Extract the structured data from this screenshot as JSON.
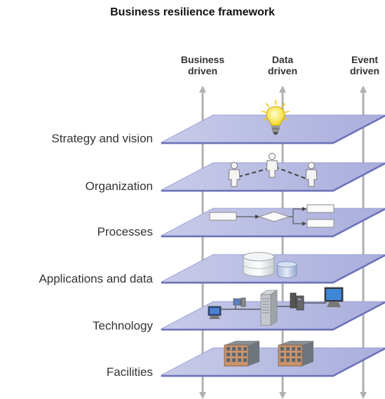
{
  "title": "Business resilience framework",
  "columns": [
    {
      "line1": "Business",
      "line2": "driven"
    },
    {
      "line1": "Data",
      "line2": "driven"
    },
    {
      "line1": "Event",
      "line2": "driven"
    }
  ],
  "layers": [
    {
      "label": "Strategy and vision",
      "icon": "lightbulb-icon"
    },
    {
      "label": "Organization",
      "icon": "people-icon"
    },
    {
      "label": "Processes",
      "icon": "flowchart-icon"
    },
    {
      "label": "Applications and data",
      "icon": "database-icon"
    },
    {
      "label": "Technology",
      "icon": "servers-icon"
    },
    {
      "label": "Facilities",
      "icon": "buildings-icon"
    }
  ],
  "colors": {
    "plane_fill": "#b4b8e0",
    "plane_edge": "#6b72b8",
    "arrow": "#b0b0b0"
  }
}
